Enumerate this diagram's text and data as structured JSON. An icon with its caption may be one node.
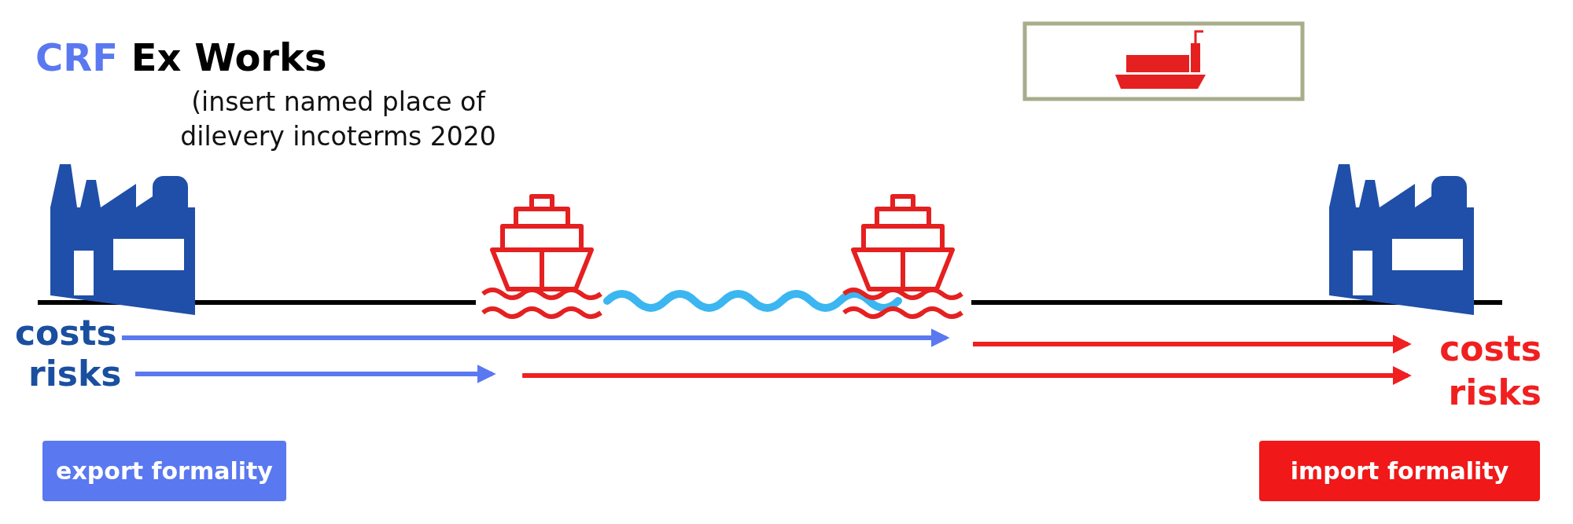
{
  "diagram": {
    "title": "CRF Ex Works",
    "nodes": [
      {
        "text": [
          "costs"
        ]
      },
      {
        "text": [
          "risks"
        ]
      },
      {
        "text": [],
        "shape": "picture"
      },
      {
        "text": [],
        "shape": "picture"
      },
      {
        "text": [
          "costs"
        ]
      },
      {
        "text": [
          "risks"
        ]
      },
      {
        "text": [
          "export formality"
        ]
      },
      {
        "text": [
          "import formality"
        ]
      }
    ],
    "edges": [
      {
        "from": 0,
        "to": 3,
        "arrow": "to",
        "color": "#5a78f0"
      },
      {
        "from": 1,
        "to": 2,
        "arrow": "to",
        "color": "#5a78f0"
      },
      {
        "from": 3,
        "to": 4,
        "arrow": "to",
        "color": "#f02020"
      },
      {
        "from": 2,
        "to": 5,
        "arrow": "to",
        "color": "#f02020"
      }
    ],
    "labels": [
      "(insert named place of dilevery incoterms 2020"
    ]
  }
}
